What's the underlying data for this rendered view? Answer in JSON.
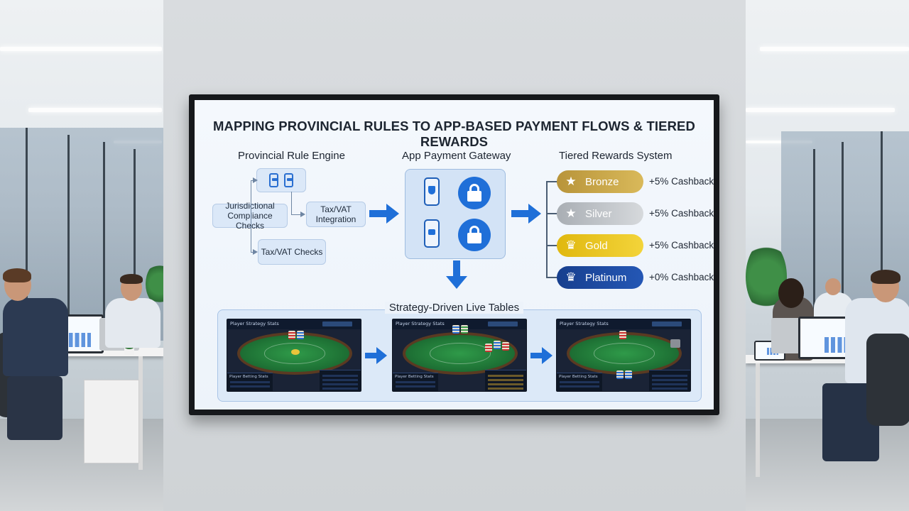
{
  "title": "MAPPING PROVINCIAL RULES TO APP-BASED PAYMENT FLOWS & TIERED REWARDS",
  "rule_engine": {
    "heading": "Provincial Rule Engine",
    "left_box": "Jurisdictional Compliance Checks",
    "right_box": "Tax/VAT Integration",
    "bottom_box": "Tax/VAT Checks",
    "top_icons": [
      "phone-icon",
      "phone-icon"
    ]
  },
  "payment_gateway": {
    "heading": "App Payment Gateway",
    "icons": [
      "phone-shield-icon",
      "lock-icon",
      "phone-card-icon",
      "lock-icon"
    ]
  },
  "rewards": {
    "heading": "Tiered Rewards System",
    "tiers": [
      {
        "name": "Bronze",
        "cashback": "+5% Cashback",
        "icon": "star-icon",
        "color": "#c9a640"
      },
      {
        "name": "Silver",
        "cashback": "+5% Cashback",
        "icon": "star-icon",
        "color": "#b9bec4"
      },
      {
        "name": "Gold",
        "cashback": "+5% Cashback",
        "icon": "crown-icon",
        "color": "#e7c21a"
      },
      {
        "name": "Platinum",
        "cashback": "+0% Cashback",
        "icon": "crown-icon",
        "color": "#1d4fa6"
      }
    ]
  },
  "live_tables": {
    "heading": "Strategy-Driven Live Tables",
    "screens": [
      {
        "header": "Player Strategy Stats",
        "left_panel": "Player Betting Stats"
      },
      {
        "header": "Player Strategy Stats",
        "left_panel": "Player Betting Stats"
      },
      {
        "header": "Player Strategy Stats",
        "left_panel": "Player Betting Stats"
      }
    ]
  },
  "colors": {
    "accent_blue": "#1f6fd8",
    "screen_bg": "#f4f8fd",
    "felt_green": "#2f9a49"
  }
}
